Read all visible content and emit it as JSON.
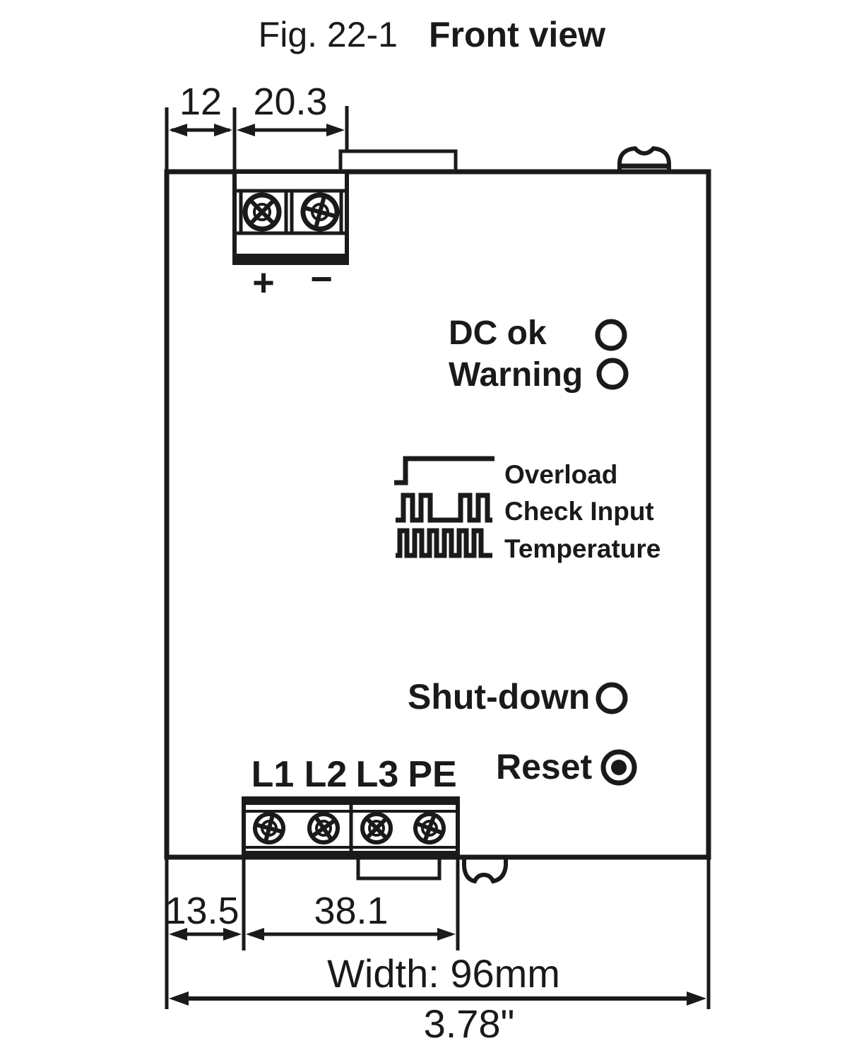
{
  "title": {
    "fig_label": "Fig. 22-1",
    "view_label": "Front view"
  },
  "dimensions": {
    "din_offset_top": "12",
    "dc_terminal_width": "20.3",
    "din_offset_bottom": "13.5",
    "ac_terminal_width": "38.1",
    "overall_width_mm": "Width: 96mm",
    "overall_width_in": "3.78\""
  },
  "front_panel": {
    "led_dc_ok": "DC ok",
    "led_warning": "Warning",
    "led_shutdown": "Shut-down",
    "reset_button": "Reset",
    "legend": {
      "overload": "Overload",
      "check_input": "Check Input",
      "temperature": "Temperature"
    }
  },
  "terminals": {
    "dc_plus": "+",
    "dc_minus": "−",
    "ac_labels": [
      "L1",
      "L2",
      "L3",
      "PE"
    ]
  },
  "colors": {
    "ink": "#1a1a1a",
    "background": "#ffffff"
  }
}
